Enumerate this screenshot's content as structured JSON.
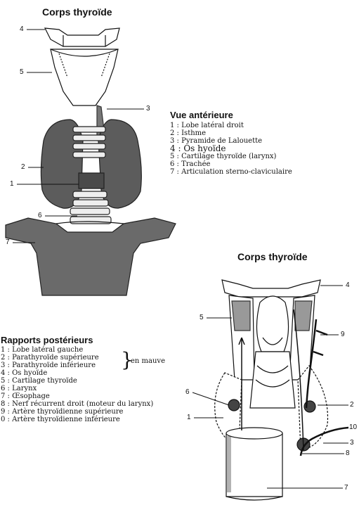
{
  "figure1": {
    "title": "Corps thyroïde",
    "callouts": [
      "4",
      "5",
      "3",
      "2",
      "1",
      "6",
      "7"
    ],
    "legend_title": "Vue antérieure",
    "legend": [
      {
        "num": "1",
        "text": "Lobe latéral droit"
      },
      {
        "num": "2",
        "text": "Isthme"
      },
      {
        "num": "3",
        "text": "Pyramide de Lalouette"
      },
      {
        "num": "4",
        "text": "Os hyoïde"
      },
      {
        "num": "5",
        "text": "Cartilage thyroïde (larynx)"
      },
      {
        "num": "6",
        "text": "Trachée"
      },
      {
        "num": "7",
        "text": "Articulation sterno-claviculaire"
      }
    ]
  },
  "figure2": {
    "title": "Corps thyroïde",
    "callouts": [
      "4",
      "5",
      "9",
      "6",
      "2",
      "1",
      "10",
      "3",
      "8",
      "7"
    ],
    "legend_title": "Rapports postérieurs",
    "legend": [
      {
        "num": "1",
        "text": "Lobe latéral gauche"
      },
      {
        "num": "2",
        "text": "Parathyroïde supérieure"
      },
      {
        "num": "3",
        "text": "Parathyroïde inférieure"
      },
      {
        "num": "4",
        "text": "Os hyoïde"
      },
      {
        "num": "5",
        "text": "Cartilage thyroïde"
      },
      {
        "num": "6",
        "text": "Larynx"
      },
      {
        "num": "7",
        "text": "Œsophage"
      },
      {
        "num": "8",
        "text": "Nerf récurrent droit (moteur du larynx)"
      },
      {
        "num": "9",
        "text": "Artère thyroïdienne supérieure"
      },
      {
        "num": "0",
        "text": "Artère thyroïdienne inférieure"
      }
    ],
    "brace_note": "en mauve"
  }
}
